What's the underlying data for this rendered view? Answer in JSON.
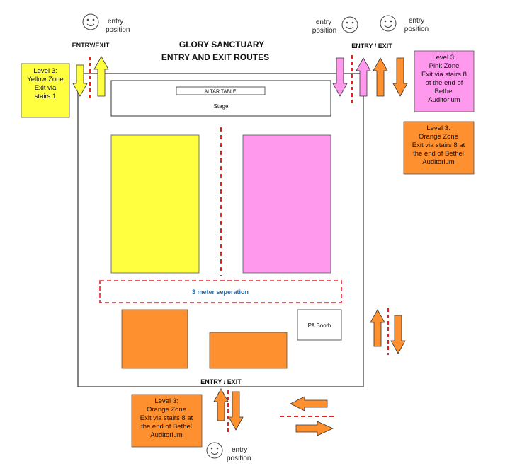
{
  "title": {
    "line1": "GLORY SANCTUARY",
    "line2": "ENTRY AND EXIT ROUTES"
  },
  "labels": {
    "entry_exit_top_left": "ENTRY/EXIT",
    "entry_exit_top_right": "ENTRY / EXIT",
    "entry_exit_bottom": "ENTRY / EXIT",
    "altar_table": "ALTAR TABLE",
    "stage": "Stage",
    "separation": "3 meter seperation",
    "pa_booth": "PA Booth"
  },
  "entry_positions": [
    {
      "line1": "entry",
      "line2": "position"
    },
    {
      "line1": "entry",
      "line2": "position"
    },
    {
      "line1": "entry",
      "line2": "position"
    },
    {
      "line1": "entry",
      "line2": "position"
    }
  ],
  "zone_notes": {
    "yellow": [
      "Level 3:",
      "Yellow Zone",
      "Exit via",
      "stairs 1"
    ],
    "pink": [
      "Level 3:",
      "Pink Zone",
      "Exit via stairs 8",
      "at the end of",
      "Bethel",
      "Auditorium"
    ],
    "orange_right": [
      "Level 3:",
      "Orange Zone",
      "Exit via stairs 8 at",
      "the end of Bethel",
      "Auditorium"
    ],
    "orange_bottom": [
      "Level 3:",
      "Orange Zone",
      "Exit via stairs 8 at",
      "the end of Bethel",
      "Auditorium"
    ]
  },
  "colors": {
    "yellow": "#ffff40",
    "pink": "#ff99ee",
    "orange": "#ff9030",
    "red_dash": "#e82020",
    "separation_text": "#1f6fb8",
    "outline": "#333333"
  }
}
